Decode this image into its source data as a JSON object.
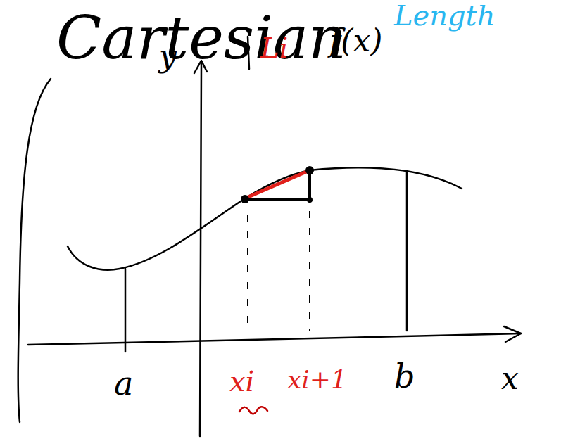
{
  "diagram": {
    "title": "Cartesian",
    "labels": [
      "Length",
      "y",
      "f(x)",
      "Li",
      "a",
      "xi",
      "xi+1",
      "b",
      "x"
    ]
  }
}
